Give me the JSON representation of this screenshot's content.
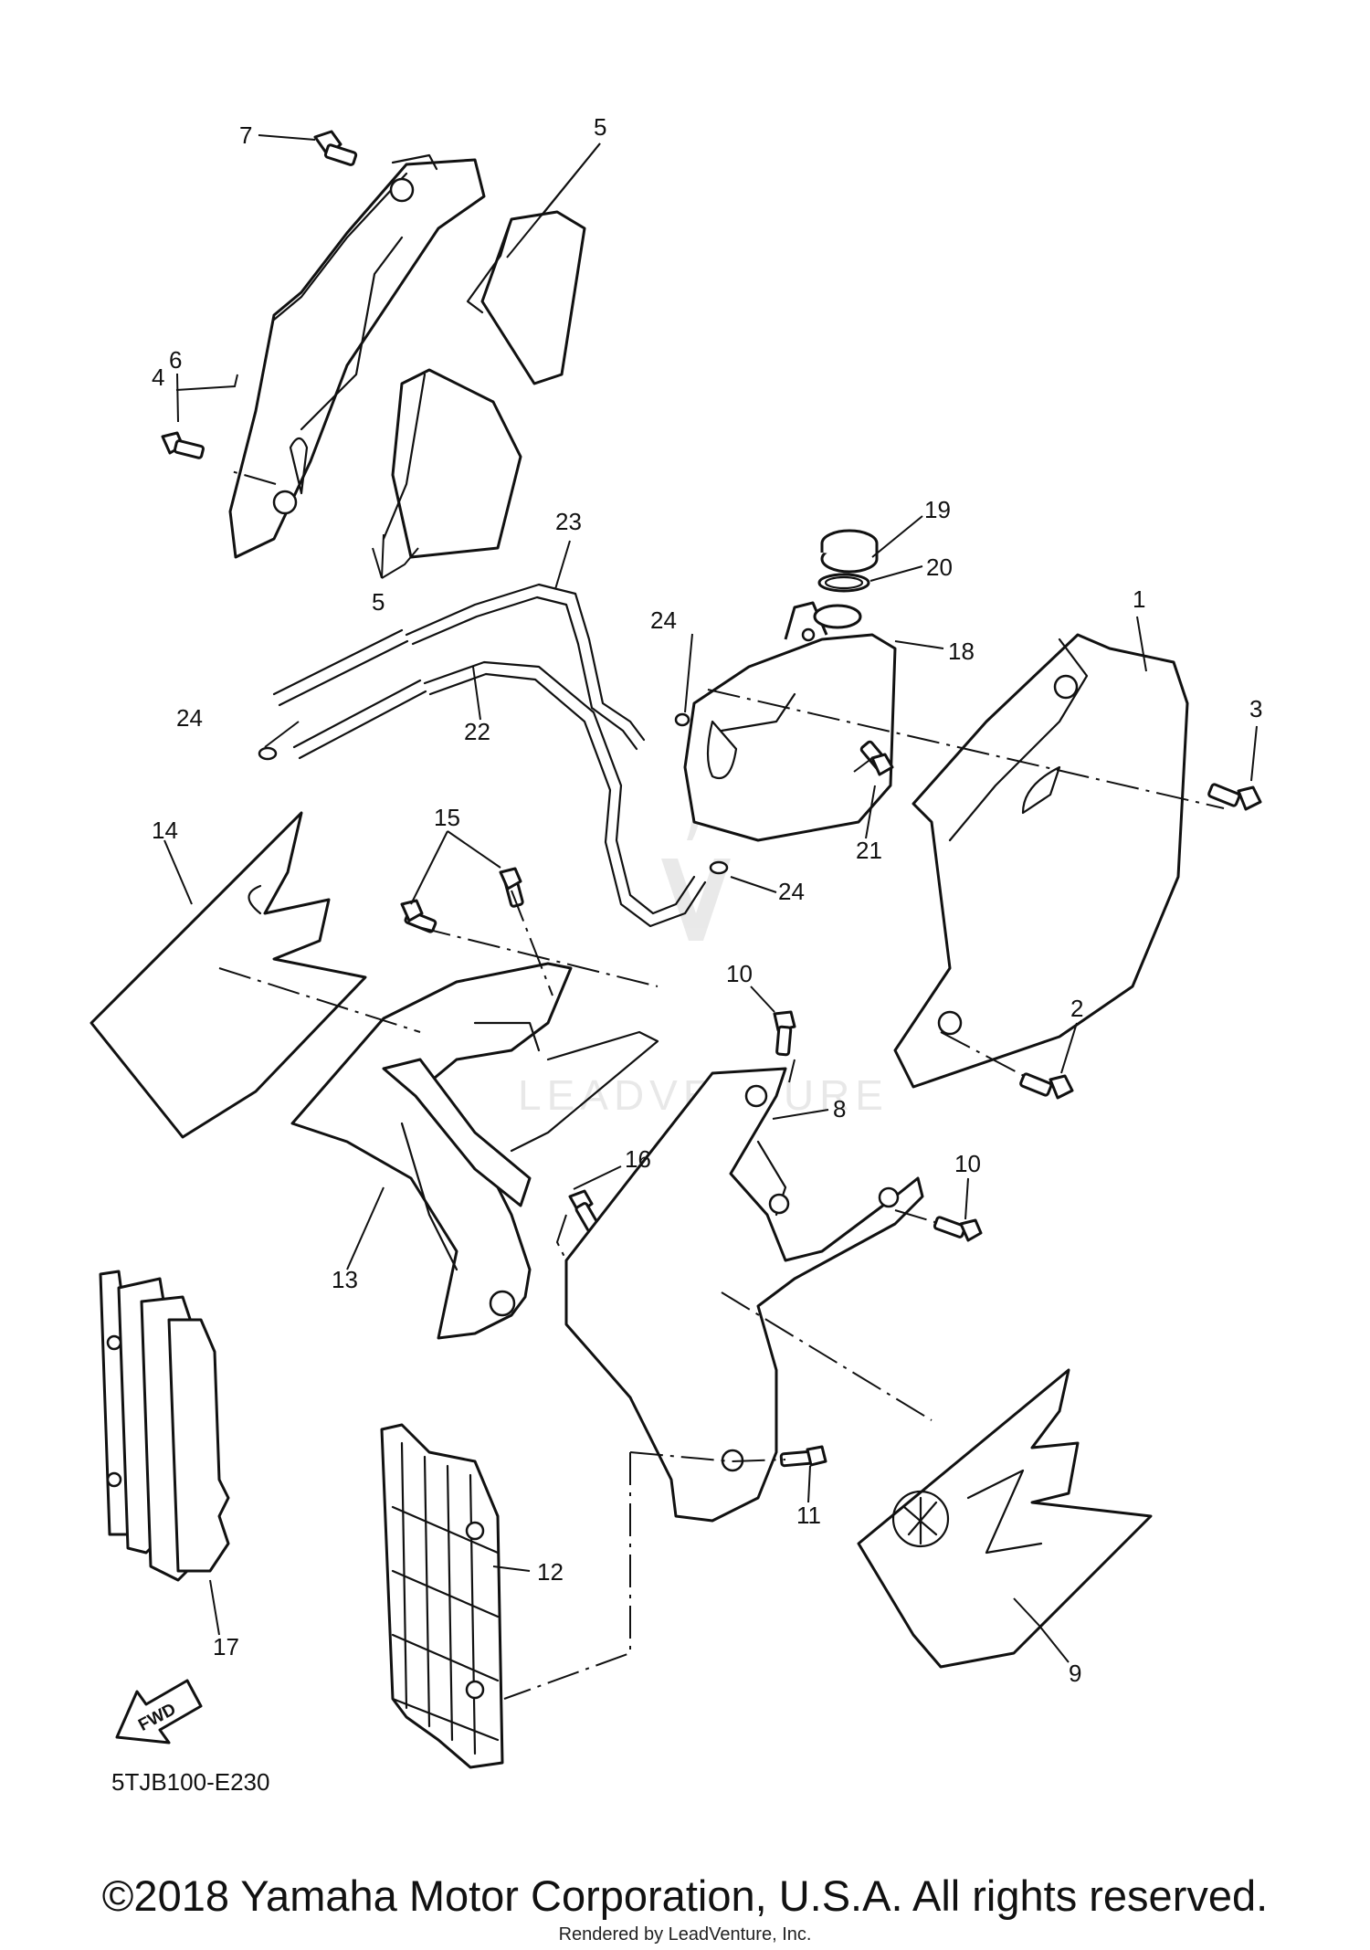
{
  "diagram": {
    "callouts": [
      "1",
      "2",
      "3",
      "4",
      "5",
      "5",
      "6",
      "7",
      "8",
      "9",
      "10",
      "10",
      "11",
      "12",
      "13",
      "14",
      "15",
      "16",
      "17",
      "18",
      "19",
      "20",
      "21",
      "22",
      "23",
      "24",
      "24",
      "24"
    ],
    "direction_arrow": "FWD",
    "diagram_code": "5TJB100-E230",
    "watermark": "LEADVENTURE"
  },
  "footer": {
    "copyright": "©2018 Yamaha Motor Corporation, U.S.A. All rights reserved.",
    "rendered_by": "Rendered by LeadVenture, Inc."
  }
}
